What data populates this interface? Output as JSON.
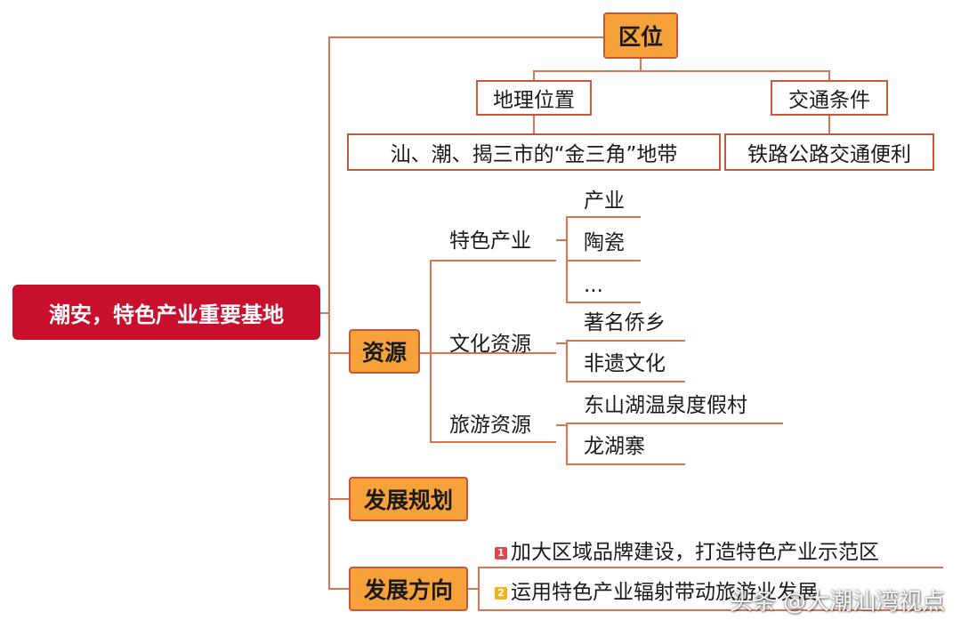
{
  "root": {
    "label": "潮安，特色产业重要基地"
  },
  "location": {
    "label": "区位",
    "geo": {
      "label": "地理位置",
      "detail": "汕、潮、揭三市的“金三角”地带"
    },
    "transport": {
      "label": "交通条件",
      "detail": "铁路公路交通便利"
    }
  },
  "resources": {
    "label": "资源",
    "groups": [
      {
        "label": "特色产业",
        "items": [
          "产业",
          "陶瓷",
          "..."
        ]
      },
      {
        "label": "文化资源",
        "items": [
          "著名侨乡",
          "非遗文化"
        ]
      },
      {
        "label": "旅游资源",
        "items": [
          "东山湖温泉度假村",
          "龙湖寨"
        ]
      }
    ]
  },
  "planning": {
    "label": "发展规划"
  },
  "direction": {
    "label": "发展方向",
    "items": [
      {
        "num": "1",
        "text": "加大区域品牌建设，打造特色产业示范区"
      },
      {
        "num": "2",
        "text": "运用特色产业辐射带动旅游业发展"
      }
    ]
  },
  "watermark": "头条 @大潮汕湾视点",
  "colors": {
    "root": "#c8102e",
    "main": "#f6a13a",
    "border": "#c7563b",
    "line": "#d9744f"
  }
}
